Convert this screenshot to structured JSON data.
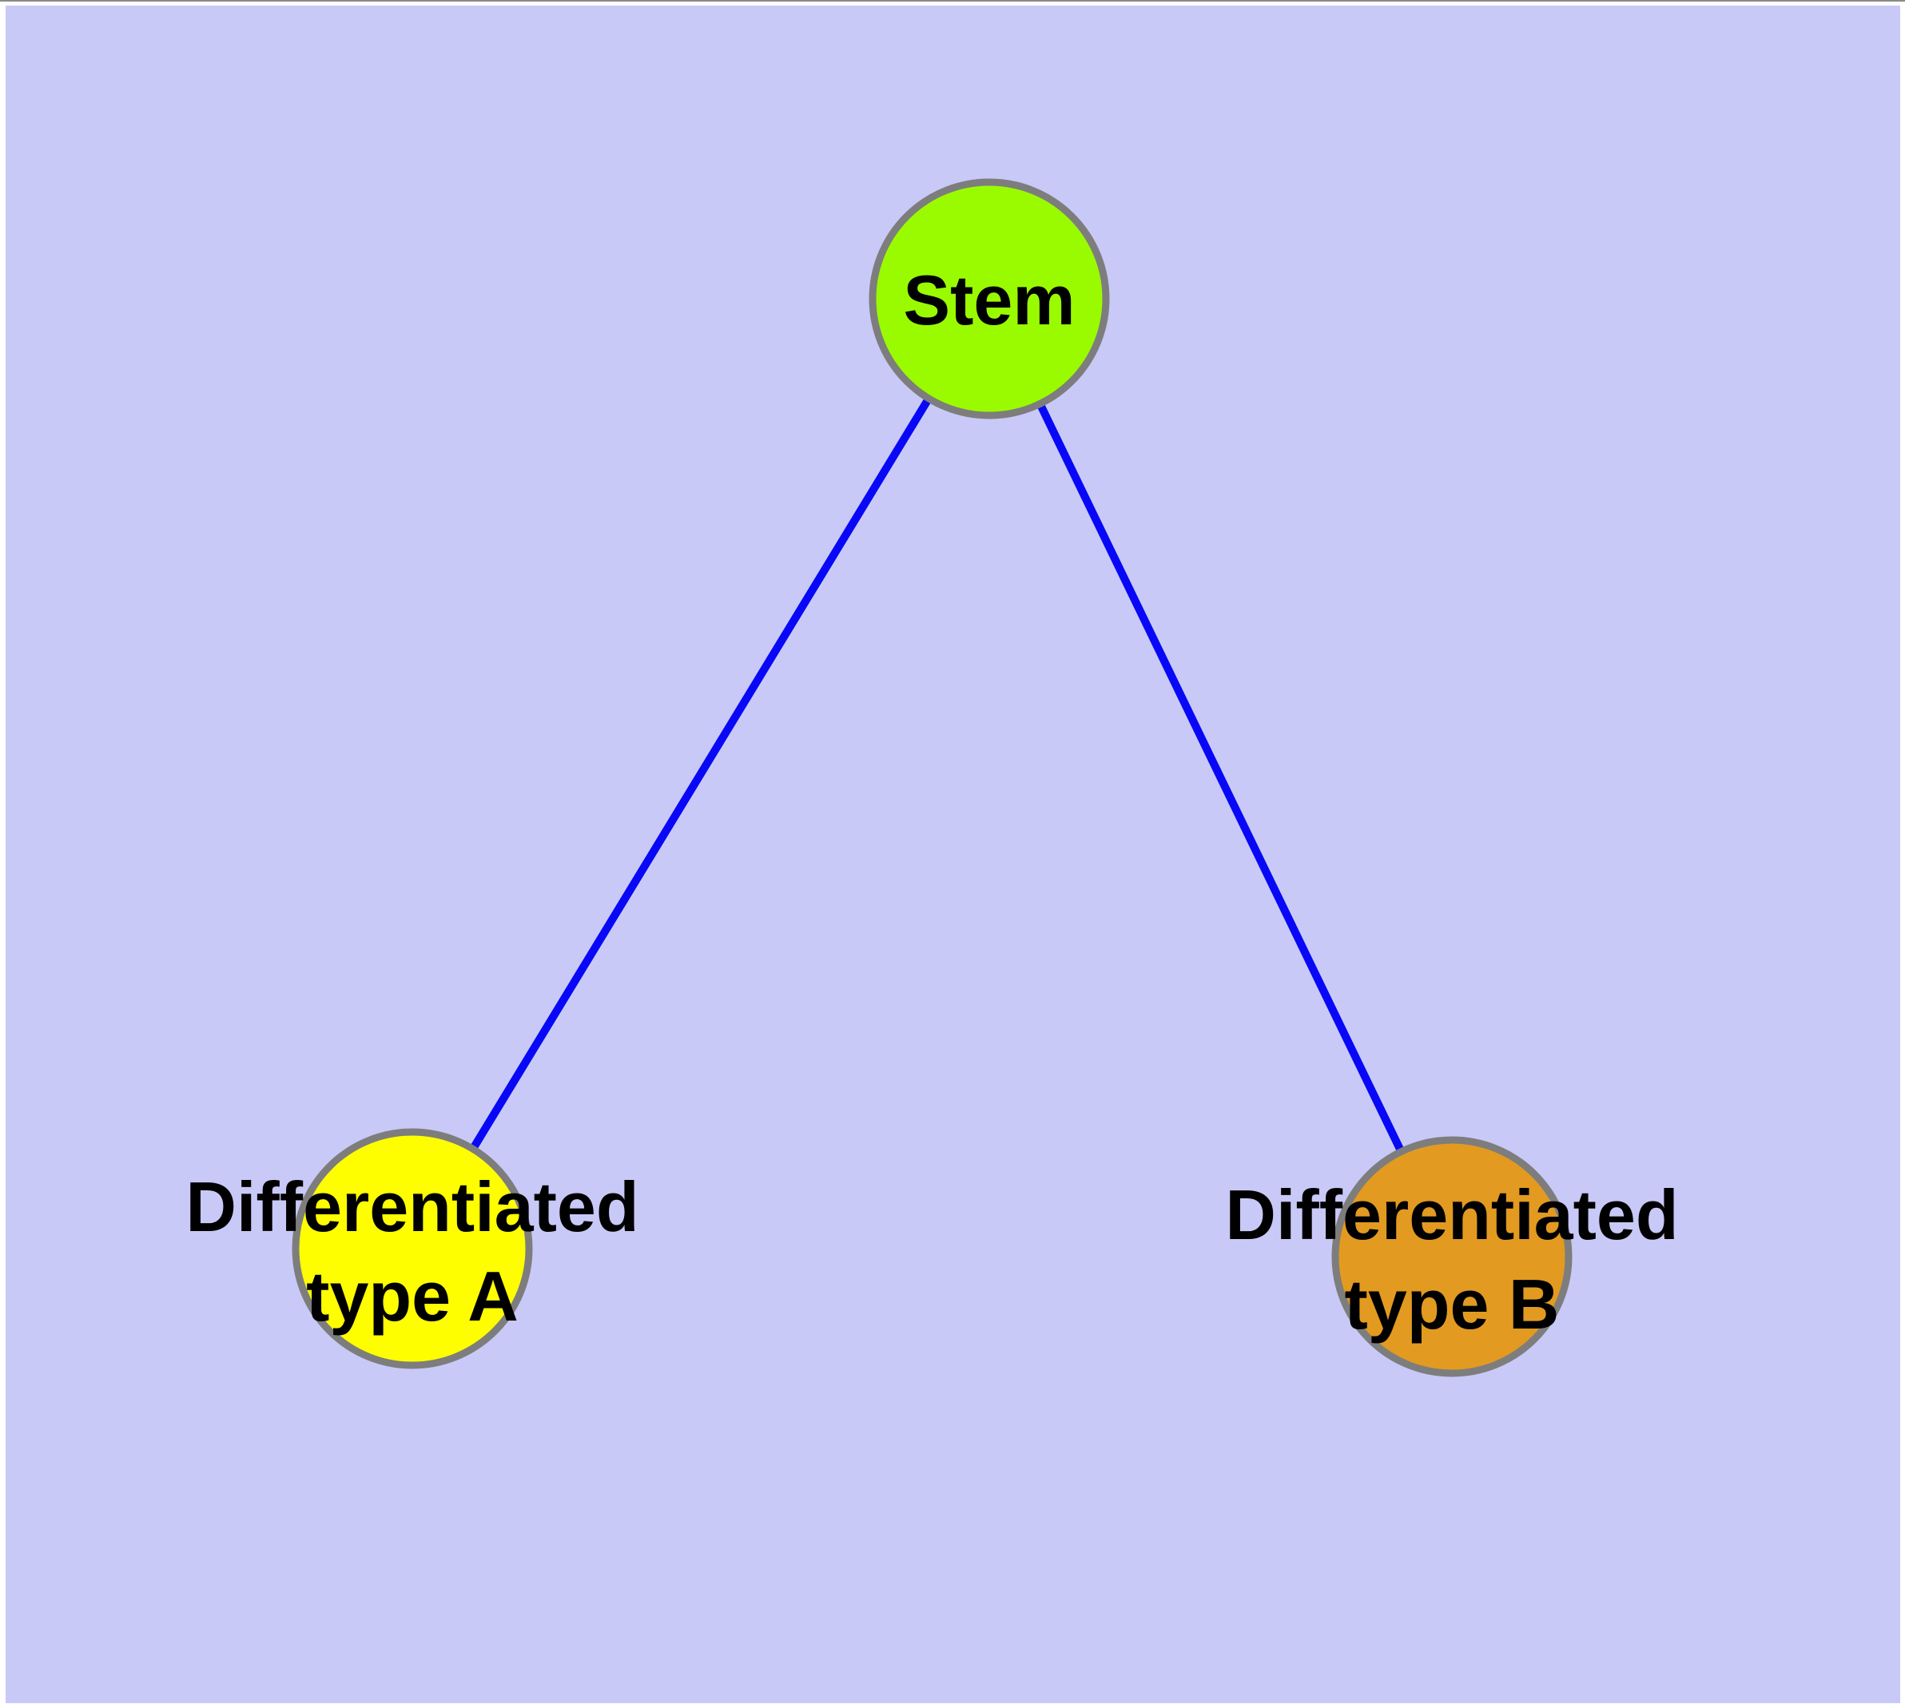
{
  "diagram": {
    "background_color": "#c9c9f7",
    "page_margin_color": "#ffffff",
    "top_edge_line_color": "#8a8a8a",
    "text_color": "#000000",
    "node_border_color": "#7d7d7d",
    "edge_color": "#0808f7",
    "nodes": [
      {
        "id": "stem",
        "label": "Stem",
        "lines": [
          "Stem"
        ],
        "color": "#9afb00"
      },
      {
        "id": "differentiated-type-a",
        "label": "Differentiated type A",
        "lines": [
          "Differentiated",
          "type A"
        ],
        "color": "#fefe00"
      },
      {
        "id": "differentiated-type-b",
        "label": "Differentiated type B",
        "lines": [
          "Differentiated",
          "type B"
        ],
        "color": "#e29a21"
      }
    ],
    "edges": [
      {
        "from": "stem",
        "to": "differentiated-type-a"
      },
      {
        "from": "stem",
        "to": "differentiated-type-b"
      }
    ]
  }
}
